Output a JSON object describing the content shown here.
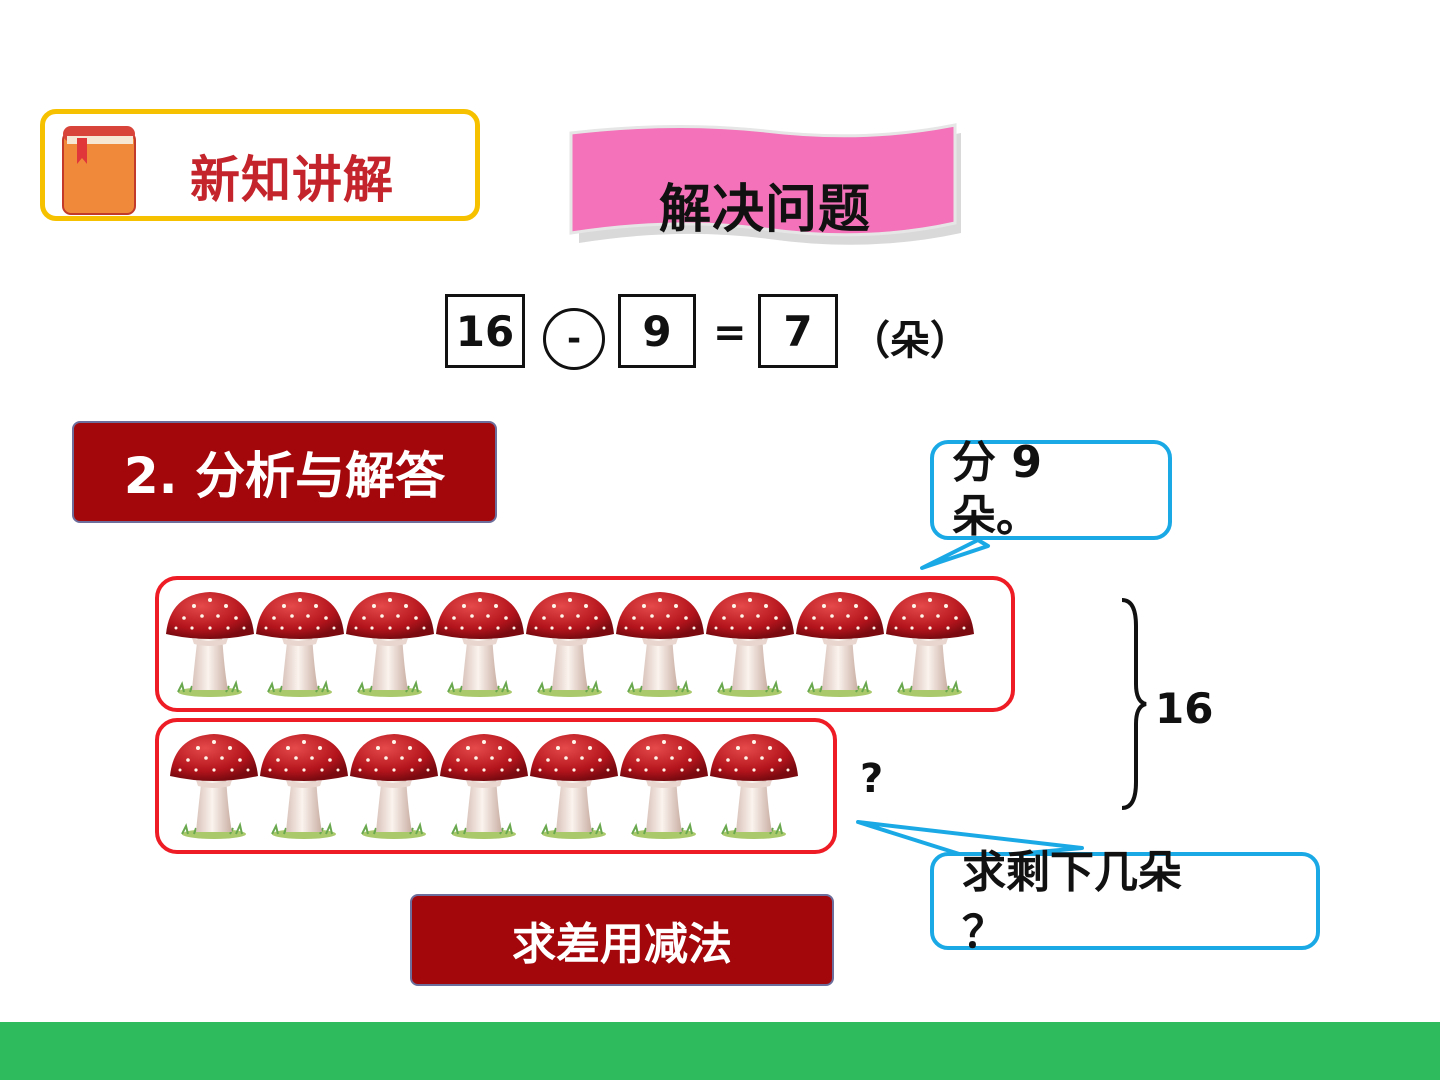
{
  "header": {
    "section_title": "新知讲解"
  },
  "ribbon": {
    "title": "解决问题"
  },
  "equation": {
    "minuend": "16",
    "operator": "-",
    "subtrahend": "9",
    "equals": "=",
    "result": "7",
    "unit": "（朵）"
  },
  "analysis": {
    "label": "2. 分析与解答"
  },
  "mushrooms": {
    "row1_count": 9,
    "row2_count": 7
  },
  "brace_label": "16",
  "question_mark": "?",
  "callouts": {
    "top": {
      "line1": " 分 9",
      "line2": "朵。"
    },
    "bottom": {
      "line1": " 求剩下几朵",
      "line2": "？"
    }
  },
  "method": {
    "label": "求差用减法"
  },
  "colors": {
    "accent_red": "#a3060b",
    "badge_border": "#f6c200",
    "ribbon_pink": "#f472b9",
    "row_border": "#ee1c24",
    "callout_border": "#1ba9e6",
    "bottom_bar": "#2dbb5d"
  }
}
